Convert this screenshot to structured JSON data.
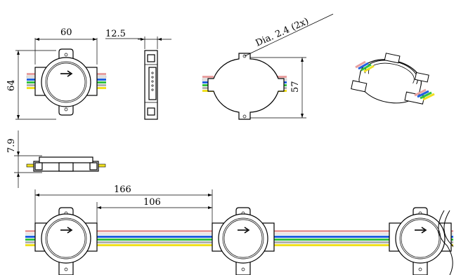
{
  "labels": {
    "top_width": "60",
    "side_thickness": "12.5",
    "left_height": "64",
    "hole_dia": "Dia. 2.4 (2x)",
    "back_height": "57",
    "profile_height": "7.9",
    "pitch_total": "166",
    "pitch_inner": "106"
  },
  "wire_colors": {
    "red": "#e8a0a0",
    "blue": "#2060e0",
    "green": "#30c040",
    "gray": "#b0b0b0",
    "yellow": "#f0e020",
    "white": "#e6e6e6"
  },
  "icons": [
    "arrow-right-icon"
  ]
}
